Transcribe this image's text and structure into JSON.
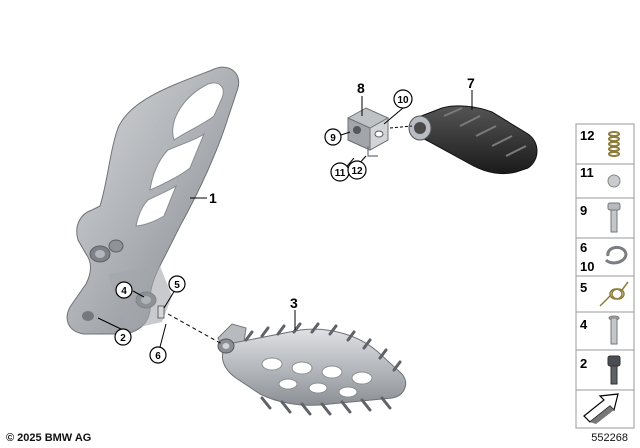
{
  "callouts": {
    "c1": "1",
    "c2": "2",
    "c3": "3",
    "c4": "4",
    "c5": "5",
    "c6": "6",
    "c7": "7",
    "c8": "8",
    "c9": "9",
    "c10": "10",
    "c11": "11",
    "c12": "12"
  },
  "legend": {
    "row12": "12",
    "row11": "11",
    "row9": "9",
    "row6": "6",
    "row10": "10",
    "row5": "5",
    "row4": "4",
    "row2": "2"
  },
  "footer": {
    "copyright": "© 2025 BMW AG",
    "image_id": "552268"
  },
  "colors": {
    "part_light": "#c9cbce",
    "part_dark": "#8e9196",
    "rubber": "#2b2b2b",
    "line": "#000000"
  }
}
